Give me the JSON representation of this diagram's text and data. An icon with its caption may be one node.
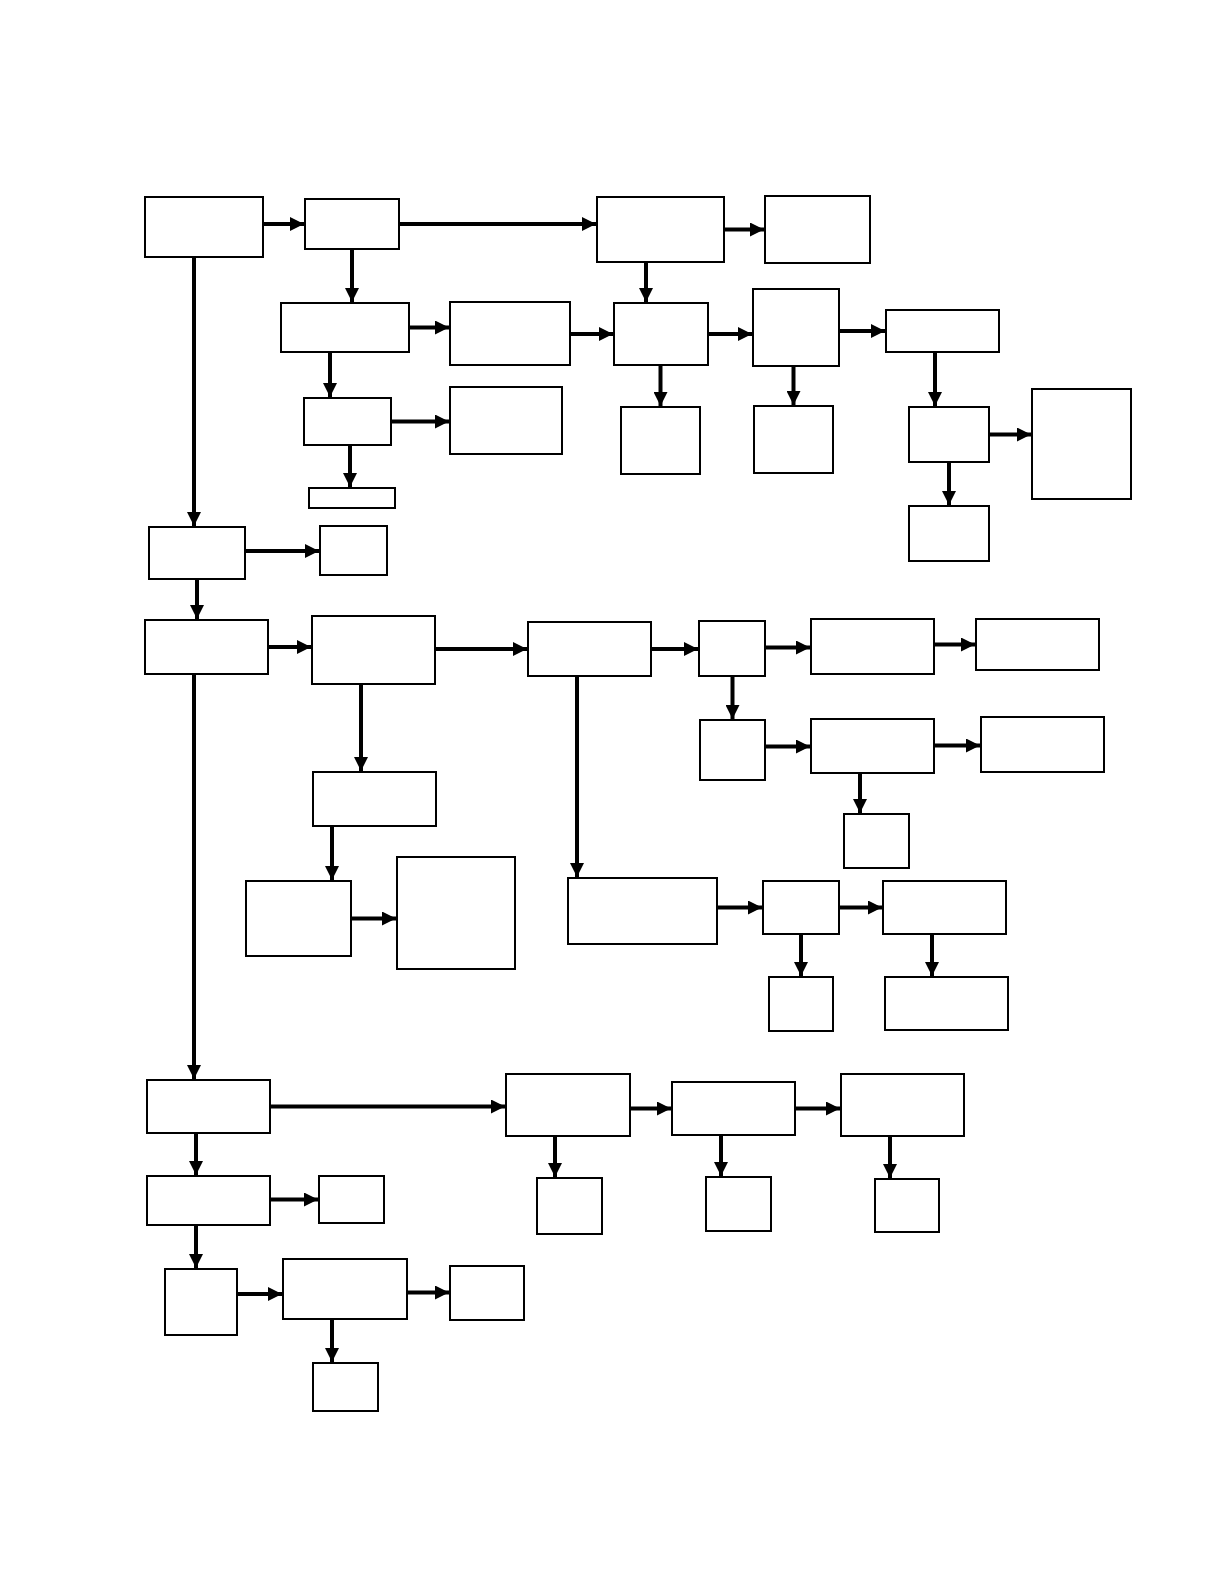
{
  "diagram": {
    "nodes": [
      {
        "text": [],
        "shape": "box"
      },
      {
        "text": [],
        "shape": "box"
      },
      {
        "text": [],
        "shape": "box"
      },
      {
        "text": [],
        "shape": "box"
      },
      {
        "text": [],
        "shape": "box"
      },
      {
        "text": [],
        "shape": "box"
      },
      {
        "text": [],
        "shape": "box"
      },
      {
        "text": [],
        "shape": "box"
      },
      {
        "text": [],
        "shape": "box"
      },
      {
        "text": [],
        "shape": "box"
      },
      {
        "text": [],
        "shape": "box"
      },
      {
        "text": [],
        "shape": "box"
      },
      {
        "text": [],
        "shape": "box"
      },
      {
        "text": [],
        "shape": "box"
      },
      {
        "text": [],
        "shape": "box"
      },
      {
        "text": [],
        "shape": "box"
      },
      {
        "text": [],
        "shape": "box"
      },
      {
        "text": [],
        "shape": "box"
      },
      {
        "text": [],
        "shape": "box"
      },
      {
        "text": [],
        "shape": "box"
      },
      {
        "text": [],
        "shape": "box"
      },
      {
        "text": [],
        "shape": "box"
      },
      {
        "text": [],
        "shape": "box"
      },
      {
        "text": [],
        "shape": "box"
      },
      {
        "text": [],
        "shape": "box"
      },
      {
        "text": [],
        "shape": "box"
      },
      {
        "text": [],
        "shape": "box"
      },
      {
        "text": [],
        "shape": "box"
      },
      {
        "text": [],
        "shape": "box"
      },
      {
        "text": [],
        "shape": "box"
      },
      {
        "text": [],
        "shape": "box"
      },
      {
        "text": [],
        "shape": "box"
      },
      {
        "text": [],
        "shape": "box"
      },
      {
        "text": [],
        "shape": "box"
      },
      {
        "text": [],
        "shape": "box"
      },
      {
        "text": [],
        "shape": "box"
      },
      {
        "text": [],
        "shape": "box"
      },
      {
        "text": [],
        "shape": "box"
      },
      {
        "text": [],
        "shape": "box"
      },
      {
        "text": [],
        "shape": "box"
      },
      {
        "text": [],
        "shape": "box"
      },
      {
        "text": [],
        "shape": "box"
      },
      {
        "text": [],
        "shape": "box"
      },
      {
        "text": [],
        "shape": "box"
      },
      {
        "text": [],
        "shape": "box"
      },
      {
        "text": [],
        "shape": "box"
      },
      {
        "text": [],
        "shape": "box"
      },
      {
        "text": [],
        "shape": "box"
      },
      {
        "text": [],
        "shape": "box"
      },
      {
        "text": [],
        "shape": "box"
      }
    ],
    "edges": [
      {
        "from": 0,
        "to": 1,
        "arrow": "to"
      },
      {
        "from": 1,
        "to": 2,
        "arrow": "to"
      },
      {
        "from": 2,
        "to": 3,
        "arrow": "to"
      },
      {
        "from": 1,
        "to": 4,
        "arrow": "to"
      },
      {
        "from": 2,
        "to": 6,
        "arrow": "to"
      },
      {
        "from": 4,
        "to": 5,
        "arrow": "to"
      },
      {
        "from": 5,
        "to": 6,
        "arrow": "to"
      },
      {
        "from": 6,
        "to": 7,
        "arrow": "to"
      },
      {
        "from": 7,
        "to": 8,
        "arrow": "to"
      },
      {
        "from": 4,
        "to": 9,
        "arrow": "to"
      },
      {
        "from": 6,
        "to": 11,
        "arrow": "to"
      },
      {
        "from": 7,
        "to": 12,
        "arrow": "to"
      },
      {
        "from": 8,
        "to": 13,
        "arrow": "to"
      },
      {
        "from": 9,
        "to": 10,
        "arrow": "to"
      },
      {
        "from": 9,
        "to": 15,
        "arrow": "to"
      },
      {
        "from": 13,
        "to": 14,
        "arrow": "to"
      },
      {
        "from": 13,
        "to": 16,
        "arrow": "to"
      },
      {
        "from": 0,
        "to": 17,
        "arrow": "to"
      },
      {
        "from": 17,
        "to": 18,
        "arrow": "to"
      },
      {
        "from": 17,
        "to": 19,
        "arrow": "to"
      },
      {
        "from": 19,
        "to": 20,
        "arrow": "to"
      },
      {
        "from": 20,
        "to": 21,
        "arrow": "to"
      },
      {
        "from": 21,
        "to": 22,
        "arrow": "to"
      },
      {
        "from": 22,
        "to": 23,
        "arrow": "to"
      },
      {
        "from": 23,
        "to": 24,
        "arrow": "to"
      },
      {
        "from": 22,
        "to": 25,
        "arrow": "to"
      },
      {
        "from": 25,
        "to": 26,
        "arrow": "to"
      },
      {
        "from": 26,
        "to": 27,
        "arrow": "to"
      },
      {
        "from": 20,
        "to": 28,
        "arrow": "to"
      },
      {
        "from": 26,
        "to": 29,
        "arrow": "to"
      },
      {
        "from": 28,
        "to": 30,
        "arrow": "to"
      },
      {
        "from": 30,
        "to": 31,
        "arrow": "to"
      },
      {
        "from": 21,
        "to": 32,
        "arrow": "to"
      },
      {
        "from": 32,
        "to": 33,
        "arrow": "to"
      },
      {
        "from": 33,
        "to": 34,
        "arrow": "to"
      },
      {
        "from": 33,
        "to": 35,
        "arrow": "to"
      },
      {
        "from": 34,
        "to": 36,
        "arrow": "to"
      },
      {
        "from": 19,
        "to": 37,
        "arrow": "to"
      },
      {
        "from": 37,
        "to": 38,
        "arrow": "to"
      },
      {
        "from": 38,
        "to": 39,
        "arrow": "to"
      },
      {
        "from": 39,
        "to": 40,
        "arrow": "to"
      },
      {
        "from": 37,
        "to": 41,
        "arrow": "to"
      },
      {
        "from": 41,
        "to": 42,
        "arrow": "to"
      },
      {
        "from": 38,
        "to": 43,
        "arrow": "to"
      },
      {
        "from": 39,
        "to": 44,
        "arrow": "to"
      },
      {
        "from": 40,
        "to": 45,
        "arrow": "to"
      },
      {
        "from": 41,
        "to": 46,
        "arrow": "to"
      },
      {
        "from": 46,
        "to": 47,
        "arrow": "to"
      },
      {
        "from": 47,
        "to": 48,
        "arrow": "to"
      },
      {
        "from": 47,
        "to": 49,
        "arrow": "to"
      }
    ]
  }
}
